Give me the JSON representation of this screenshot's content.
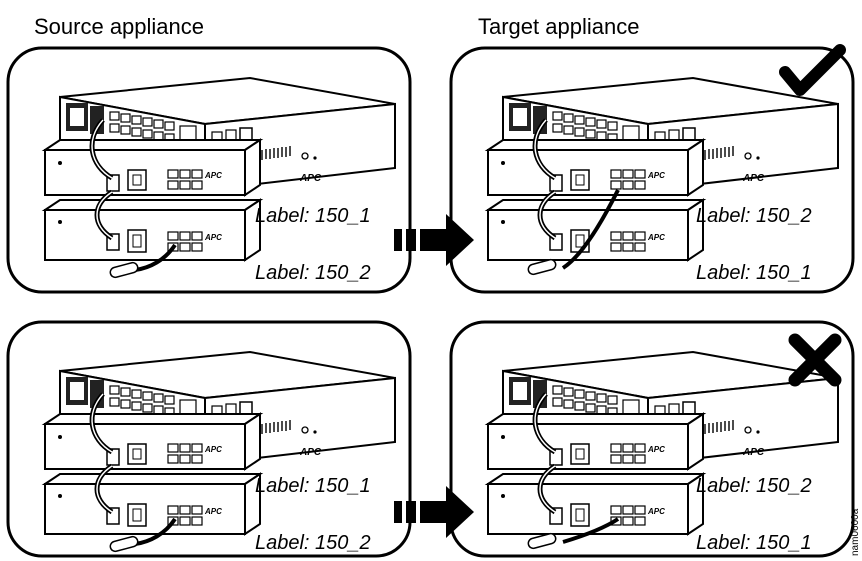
{
  "headings": {
    "source": "Source appliance",
    "target": "Target appliance"
  },
  "panels": {
    "top_source": {
      "label_upper": "Label: 150_1",
      "label_lower": "Label: 150_2"
    },
    "top_target": {
      "label_upper": "Label: 150_2",
      "label_lower": "Label: 150_1",
      "mark": "check-mark-icon"
    },
    "bottom_source": {
      "label_upper": "Label: 150_1",
      "label_lower": "Label: 150_2"
    },
    "bottom_target": {
      "label_upper": "Label: 150_2",
      "label_lower": "Label: 150_1",
      "mark": "cross-mark-icon"
    }
  },
  "module_brand": "APC",
  "figure_code": "nam0600a"
}
